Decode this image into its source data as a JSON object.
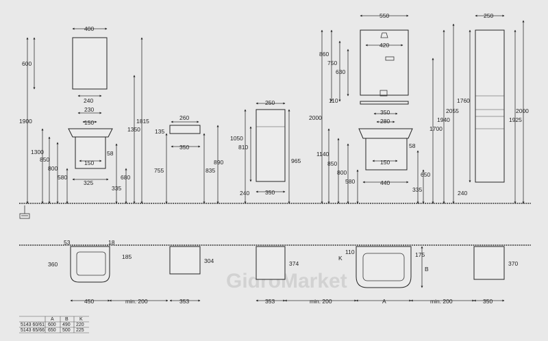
{
  "watermark": "GidroMarket",
  "dims": {
    "mirror_w": "400",
    "mirror_h": "600",
    "mirror_offset": "240",
    "mirror_top": "1900",
    "basin1_w": "230",
    "basin1_tap": "150",
    "basin1_rim": "1300",
    "basin1_850": "850",
    "basin1_800": "800",
    "basin1_580": "580",
    "basin1_58": "58",
    "basin1_150b": "150",
    "basin1_325": "325",
    "basin1_680": "680",
    "basin1_335": "335",
    "basin1_1350": "1350",
    "basin1_1815": "1815",
    "shelf_w": "260",
    "shelf_h": "135",
    "shelf_350": "350",
    "shelf_755": "755",
    "shelf_835": "835",
    "shelf_890": "890",
    "cab_w": "250",
    "cab_1050": "1050",
    "cab_810": "810",
    "cab_240": "240",
    "cab_350": "350",
    "cab_965": "965",
    "m2_w": "550",
    "m2_420": "420",
    "m2_860": "860",
    "m2_750": "750",
    "m2_630": "630",
    "m2_110": "110",
    "m2_2000": "2000",
    "m2_1700": "1700",
    "m2_1940": "1940",
    "m2_2055": "2055",
    "b2_350": "350",
    "b2_280": "280",
    "b2_1140": "1140",
    "b2_850": "850",
    "b2_800": "800",
    "b2_580": "580",
    "b2_58": "58",
    "b2_150": "150",
    "b2_440": "440",
    "b2_650": "650",
    "b2_335": "335",
    "tall_w": "250",
    "tall_1760": "1760",
    "tall_2000": "2000",
    "tall_1925": "1925",
    "tall_240": "240",
    "p_53": "53",
    "p_18": "18",
    "p_360": "360",
    "p_185": "185",
    "p_450": "450",
    "p_min200a": "min. 200",
    "p_353a": "353",
    "p_304": "304",
    "p_353b": "353",
    "p_374": "374",
    "p_min200b": "min. 200",
    "p_110": "110",
    "p_K": "K",
    "p_175": "175",
    "p_B": "B",
    "p_A": "A",
    "p_min200c": "min. 200",
    "p_350": "350",
    "p_370": "370"
  },
  "table": {
    "headers": [
      "",
      "A",
      "B",
      "K"
    ],
    "rows": [
      [
        "5143 60/61",
        "600",
        "490",
        "220"
      ],
      [
        "5143 65/66",
        "650",
        "500",
        "225"
      ]
    ]
  }
}
